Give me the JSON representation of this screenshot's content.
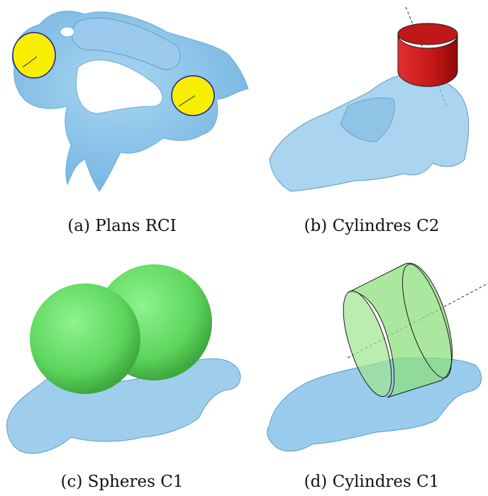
{
  "figure": {
    "panels": [
      {
        "id": "a",
        "caption": "(a)  Plans RCI"
      },
      {
        "id": "b",
        "caption": "(b)  Cylindres C2"
      },
      {
        "id": "c",
        "caption": "(c)  Spheres C1"
      },
      {
        "id": "d",
        "caption": "(d)  Cylindres C1"
      }
    ]
  },
  "colors": {
    "bone": "#8ec6ea",
    "bone_edge": "#5a9bc8",
    "plane": "#f8ef00",
    "plane_edge": "#1a1a8a",
    "cylinder_red": "#d42020",
    "sphere_green": "#6fe46f",
    "cylinder_green": "#8fe07f"
  }
}
